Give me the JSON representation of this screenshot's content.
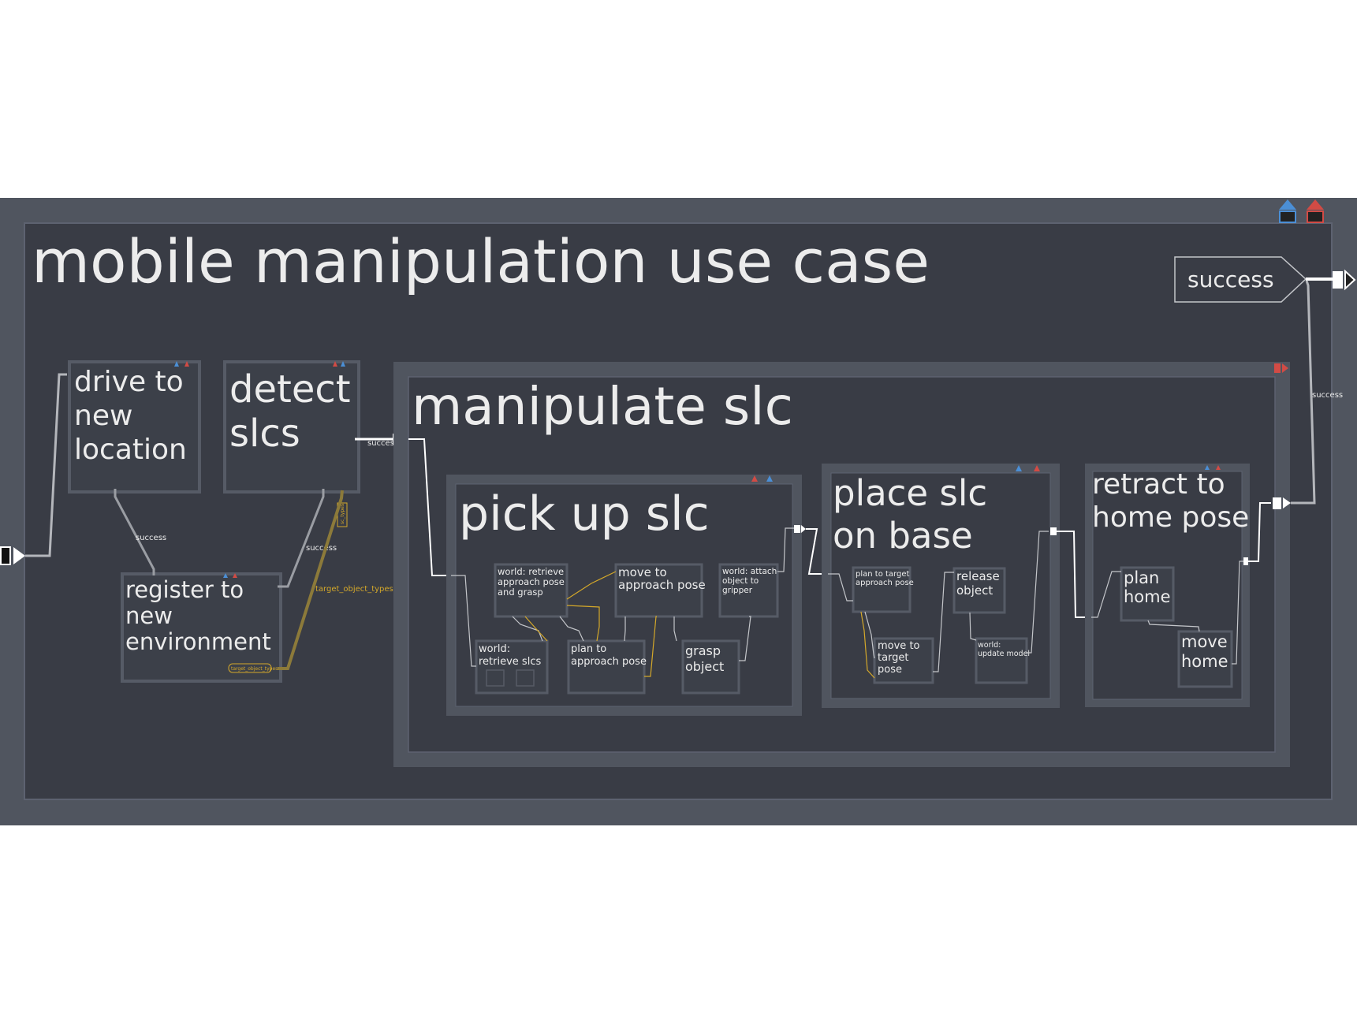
{
  "colors": {
    "background": "#ffffff",
    "outer_frame": "#50555f",
    "canvas": "#393c45",
    "box_border": "#565b66",
    "text": "#ececec",
    "edge": "#b4b6bb",
    "data_edge": "#d4a82a",
    "io_blue": "#4b8fd6",
    "io_red": "#d24b45"
  },
  "root": {
    "title": "mobile manipulation use case",
    "outcome": "success"
  },
  "states": {
    "drive": {
      "title_lines": [
        "drive to",
        "new",
        "location"
      ]
    },
    "detect": {
      "title_lines": [
        "detect",
        "slcs"
      ]
    },
    "register": {
      "title_lines": [
        "register to",
        "new",
        "environment"
      ],
      "output_label": "target_object_types"
    },
    "manipulate": {
      "title": "manipulate slc"
    },
    "pickup": {
      "title": "pick up slc"
    },
    "place": {
      "title_lines": [
        "place slc",
        "on base"
      ]
    },
    "retract": {
      "title_lines": [
        "retract to",
        "home pose"
      ]
    },
    "world_retrieve_approach": {
      "title_lines": [
        "world: retrieve",
        "approach pose",
        "and grasp"
      ]
    },
    "move_to_approach": {
      "title_lines": [
        "move to",
        "approach pose"
      ]
    },
    "world_attach": {
      "title_lines": [
        "world: attach",
        "object to",
        "gripper"
      ]
    },
    "world_retrieve_slcs": {
      "title_lines": [
        "world:",
        "retrieve slcs"
      ]
    },
    "plan_to_approach": {
      "title_lines": [
        "plan to",
        "approach pose"
      ]
    },
    "grasp_object": {
      "title_lines": [
        "grasp",
        "object"
      ]
    },
    "plan_to_target": {
      "title_lines": [
        "plan to target",
        "approach pose"
      ]
    },
    "release_object": {
      "title_lines": [
        "release",
        "object"
      ]
    },
    "move_to_target": {
      "title_lines": [
        "move to",
        "target",
        "pose"
      ]
    },
    "world_update_model": {
      "title_lines": [
        "world:",
        "update model"
      ]
    },
    "plan_home": {
      "title_lines": [
        "plan",
        "home"
      ]
    },
    "move_home": {
      "title_lines": [
        "move",
        "home"
      ]
    }
  },
  "edge_labels": {
    "drive_to_register": "success",
    "register_to_detect": "success",
    "detect_to_manipulate": "success",
    "manipulate_to_root": "success",
    "data_target_object_types": "target_object_types",
    "detect_input_vertical": "sc_types"
  }
}
